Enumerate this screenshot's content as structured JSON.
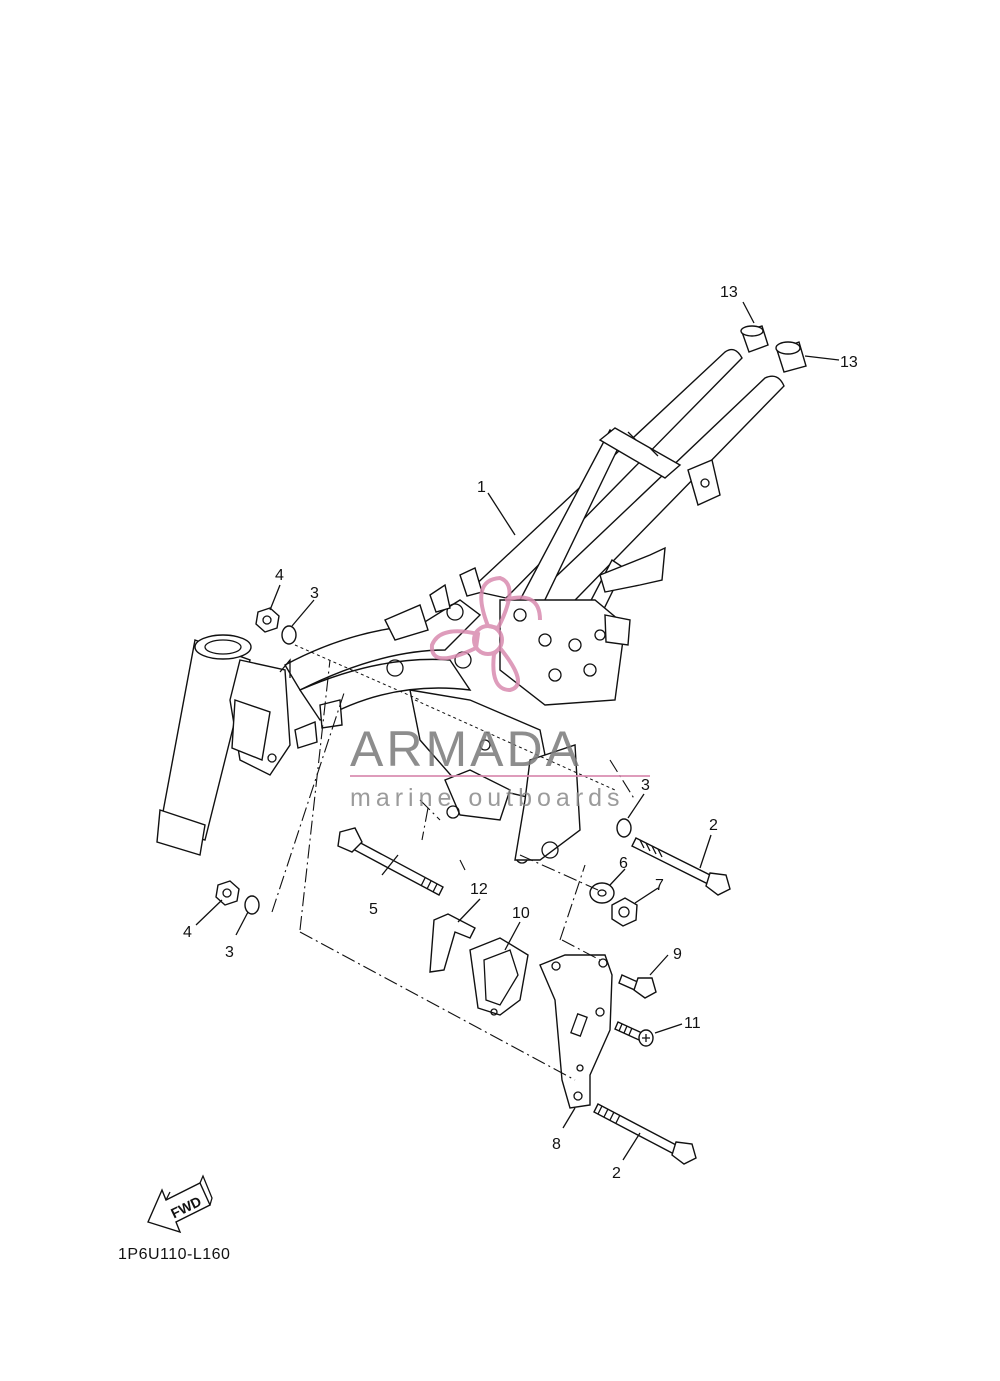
{
  "diagram": {
    "part_code": "1P6U110-L160",
    "fwd_label": "FWD",
    "watermark": {
      "title": "ARMADA",
      "subtitle": "marine outboards",
      "color": "#d98bb0"
    },
    "callouts": {
      "c1": "1",
      "c2a": "2",
      "c2b": "2",
      "c3a": "3",
      "c3b": "3",
      "c3c": "3",
      "c4a": "4",
      "c4b": "4",
      "c5": "5",
      "c6": "6",
      "c7": "7",
      "c8": "8",
      "c9": "9",
      "c10": "10",
      "c11": "11",
      "c12": "12",
      "c13a": "13",
      "c13b": "13"
    }
  }
}
